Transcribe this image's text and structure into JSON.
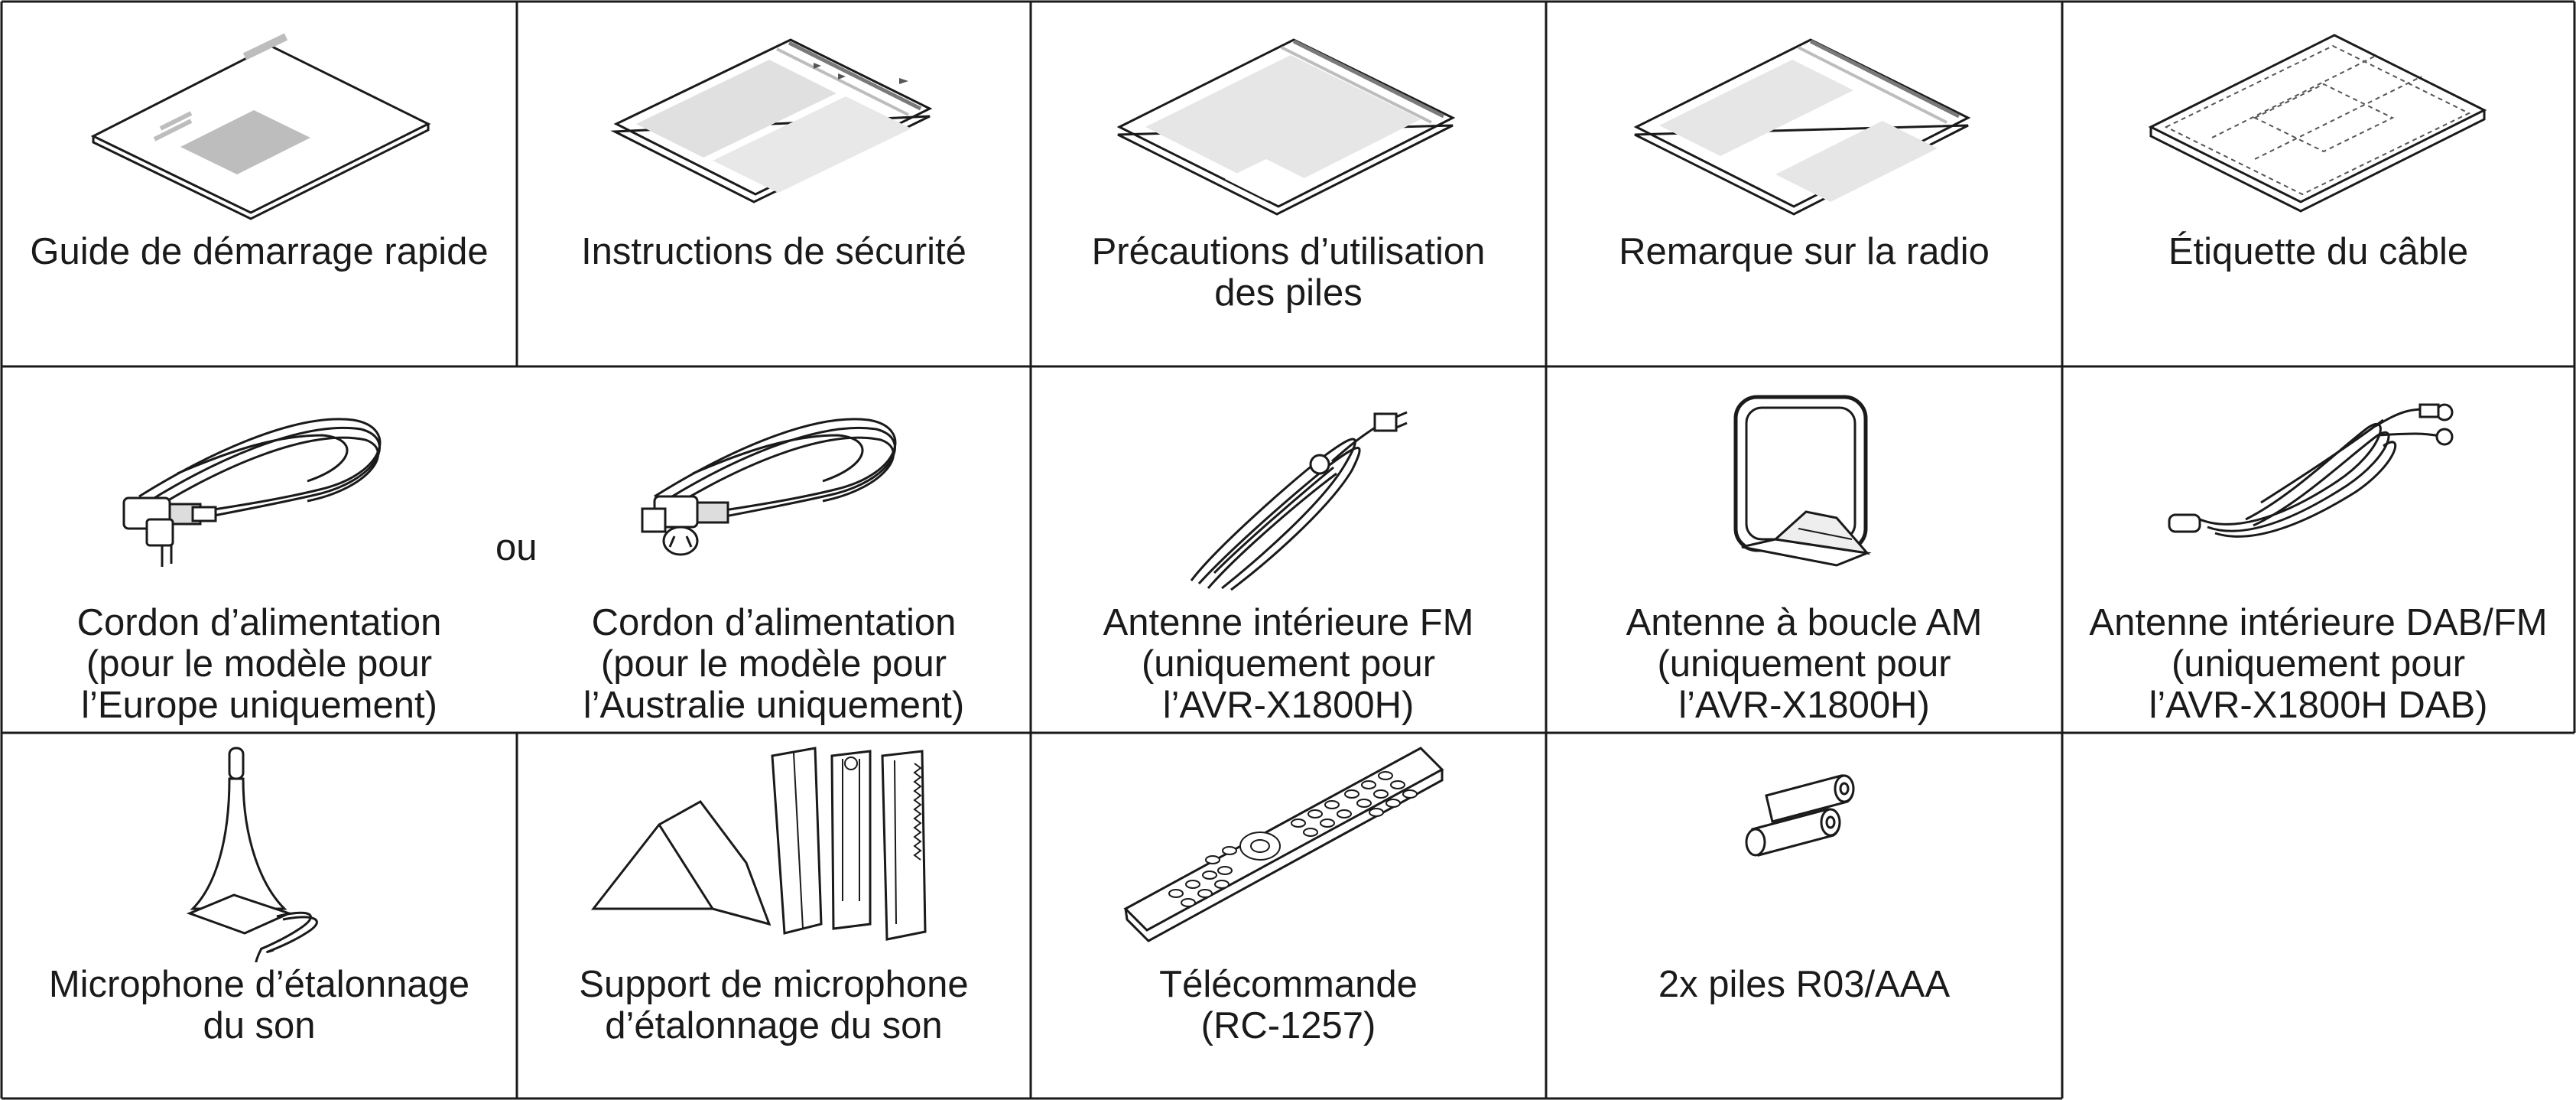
{
  "items": [
    {
      "id": "quick-start-guide",
      "lines": [
        "Guide de démarrage rapide"
      ],
      "icon": "booklet-icon"
    },
    {
      "id": "safety-instructions",
      "lines": [
        "Instructions de sécurité"
      ],
      "icon": "folded-sheet-icon"
    },
    {
      "id": "battery-precautions",
      "lines": [
        "Précautions d’utilisation",
        "des piles"
      ],
      "icon": "folded-sheet-icon"
    },
    {
      "id": "radio-note",
      "lines": [
        "Remarque sur la radio"
      ],
      "icon": "folded-sheet-icon"
    },
    {
      "id": "cable-label",
      "lines": [
        "Étiquette du câble"
      ],
      "icon": "label-sheet-icon"
    },
    {
      "id": "power-cord-eu",
      "lines": [
        "Cordon d’alimentation",
        "(pour le modèle pour",
        "l’Europe uniquement)"
      ],
      "icon": "power-cord-eu-icon"
    },
    {
      "id": "power-cord-au",
      "lines": [
        "Cordon d’alimentation",
        "(pour le modèle pour",
        "l’Australie uniquement)"
      ],
      "icon": "power-cord-au-icon"
    },
    {
      "id": "fm-antenna",
      "lines": [
        "Antenne intérieure FM",
        "(uniquement pour",
        "l’AVR-X1800H)"
      ],
      "icon": "fm-antenna-icon"
    },
    {
      "id": "am-loop-antenna",
      "lines": [
        "Antenne à boucle AM",
        "(uniquement pour",
        "l’AVR-X1800H)"
      ],
      "icon": "am-loop-antenna-icon"
    },
    {
      "id": "dab-fm-antenna",
      "lines": [
        "Antenne intérieure DAB/FM",
        "(uniquement pour",
        "l’AVR-X1800H DAB)"
      ],
      "icon": "dab-antenna-icon"
    },
    {
      "id": "calibration-mic",
      "lines": [
        "Microphone d’étalonnage",
        "du son"
      ],
      "icon": "microphone-icon"
    },
    {
      "id": "mic-stand",
      "lines": [
        "Support de microphone",
        "d’étalonnage du son"
      ],
      "icon": "mic-stand-icon"
    },
    {
      "id": "remote-control",
      "lines": [
        "Télécommande",
        "(RC-1257)"
      ],
      "icon": "remote-control-icon"
    },
    {
      "id": "batteries",
      "lines": [
        "2x piles R03/AAA"
      ],
      "icon": "batteries-icon"
    }
  ],
  "separator_text": "ou"
}
